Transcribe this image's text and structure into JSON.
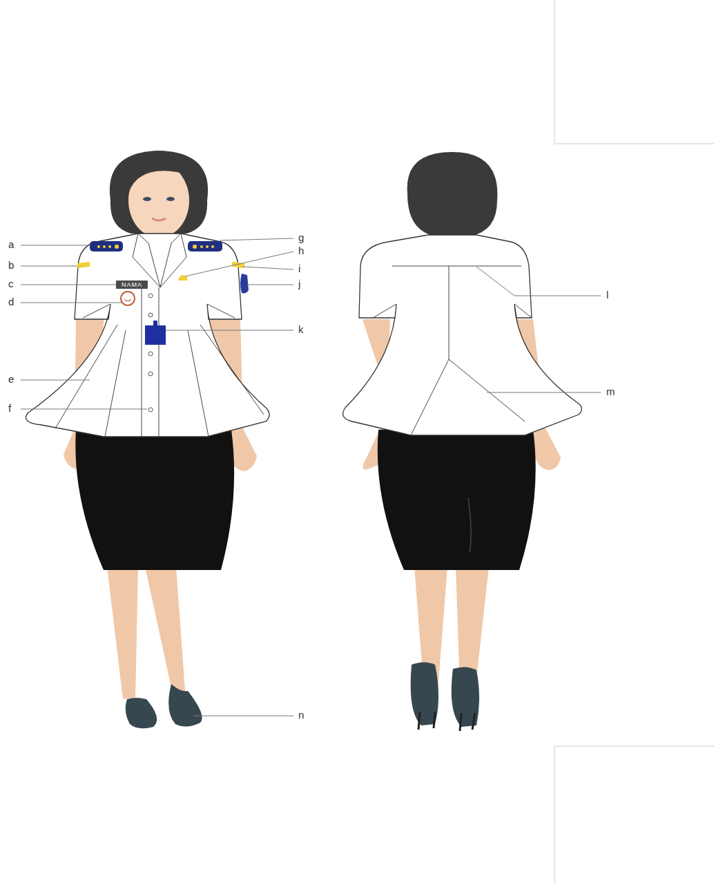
{
  "diagram": {
    "nodes": [
      {
        "text": [
          "NAMA"
        ]
      }
    ],
    "labels": [
      "a",
      "b",
      "c",
      "d",
      "e",
      "f",
      "g",
      "h",
      "i",
      "j",
      "k",
      "l",
      "m",
      "n"
    ]
  }
}
